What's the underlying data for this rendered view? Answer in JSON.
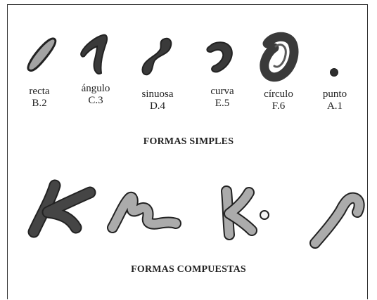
{
  "simple_shapes": [
    {
      "name": "recta",
      "code": "B.2"
    },
    {
      "name": "ángulo",
      "code": "C.3"
    },
    {
      "name": "sinuosa",
      "code": "D.4"
    },
    {
      "name": "curva",
      "code": "E.5"
    },
    {
      "name": "círculo",
      "code": "F.6"
    },
    {
      "name": "punto",
      "code": "A.1"
    }
  ],
  "simple_title": "FORMAS SIMPLES",
  "compound_title": "FORMAS COMPUESTAS",
  "colors": {
    "dark_fill": "#3c3c3c",
    "light_fill": "#a8a8a8",
    "outline": "#222222"
  }
}
